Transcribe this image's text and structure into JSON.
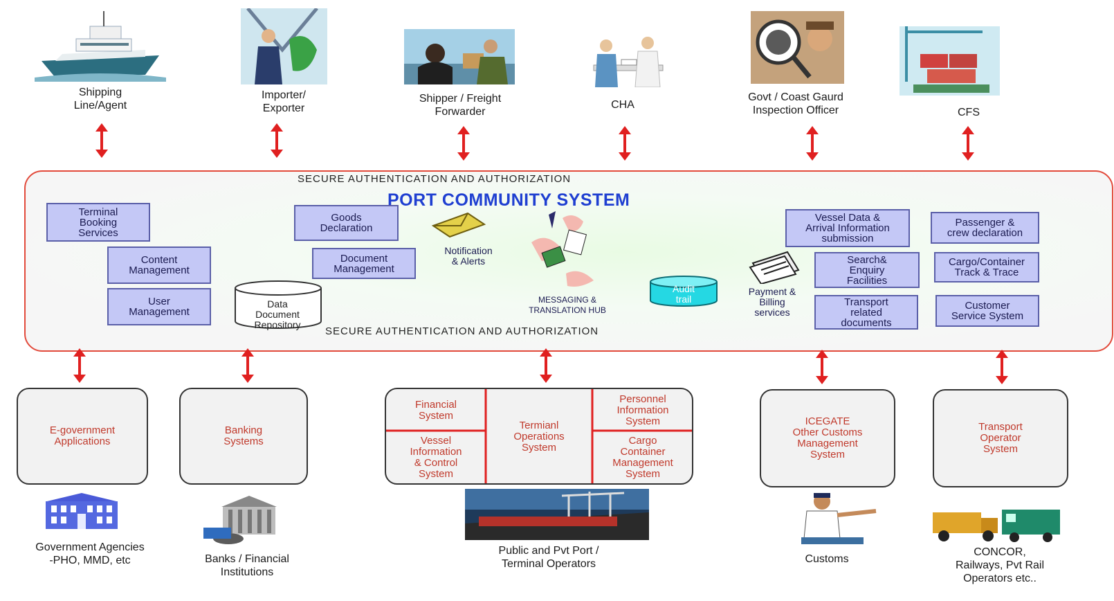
{
  "diagram": {
    "top_stakeholders": [
      {
        "label": "Shipping\nLine/Agent"
      },
      {
        "label": "Importer/\nExporter"
      },
      {
        "label": "Shipper / Freight\nForwarder"
      },
      {
        "label": "CHA"
      },
      {
        "label": "Govt / Coast Gaurd\nInspection Officer"
      },
      {
        "label": "CFS"
      }
    ],
    "pcs": {
      "secure_top": "SECURE AUTHENTICATION AND AUTHORIZATION",
      "title": "PORT COMMUNITY SYSTEM",
      "secure_bottom": "SECURE AUTHENTICATION AND AUTHORIZATION",
      "modules": {
        "terminal_booking": "Terminal\nBooking\nServices",
        "content_management": "Content\nManagement",
        "user_management": "User\nManagement",
        "data_repository": "Data\nDocument\nRepository",
        "goods_declaration": "Goods\nDeclaration",
        "document_management": "Document\nManagement",
        "notification": "Notification\n& Alerts",
        "messaging": "MESSAGING          &\nTRANSLATION HUB",
        "audit_trail": "Audit\ntrail",
        "payment": "Payment &\nBilling\nservices",
        "vessel_data": "Vessel Data &\nArrival Information\nsubmission",
        "search_enquiry": "Search&\nEnquiry\nFacilities",
        "transport_docs": "Transport\nrelated\ndocuments",
        "passenger_crew": "Passenger &\ncrew declaration",
        "cargo_track": "Cargo/Container\nTrack & Trace",
        "customer_service": "Customer\nService System"
      }
    },
    "bottom_systems": {
      "egov": "E-government\nApplications",
      "banking": "Banking\nSystems",
      "financial": "Financial\nSystem",
      "vessel_info": "Vessel\nInformation\n& Control\nSystem",
      "terminal_ops": "Termianl\nOperations\nSystem",
      "personnel": "Personnel\nInformation\nSystem",
      "cargo_mgmt": "Cargo\nContainer\nManagement\nSystem",
      "icegate": "ICEGATE\nOther Customs\nManagement\nSystem",
      "transport_op": "Transport\nOperator\nSystem"
    },
    "bottom_stakeholders": {
      "gov": "Government Agencies\n-PHO, MMD, etc",
      "banks": "Banks / Financial\nInstitutions",
      "ports": "Public and Pvt Port /\nTerminal Operators",
      "customs": "Customs",
      "concor": "CONCOR,\nRailways, Pvt Rail\nOperators etc.."
    },
    "colors": {
      "arrow": "#e02020",
      "module_fill": "#c4c8f6",
      "title": "#1f3fd1",
      "system_text": "#c0392b",
      "frame": "#e24a3b"
    }
  }
}
